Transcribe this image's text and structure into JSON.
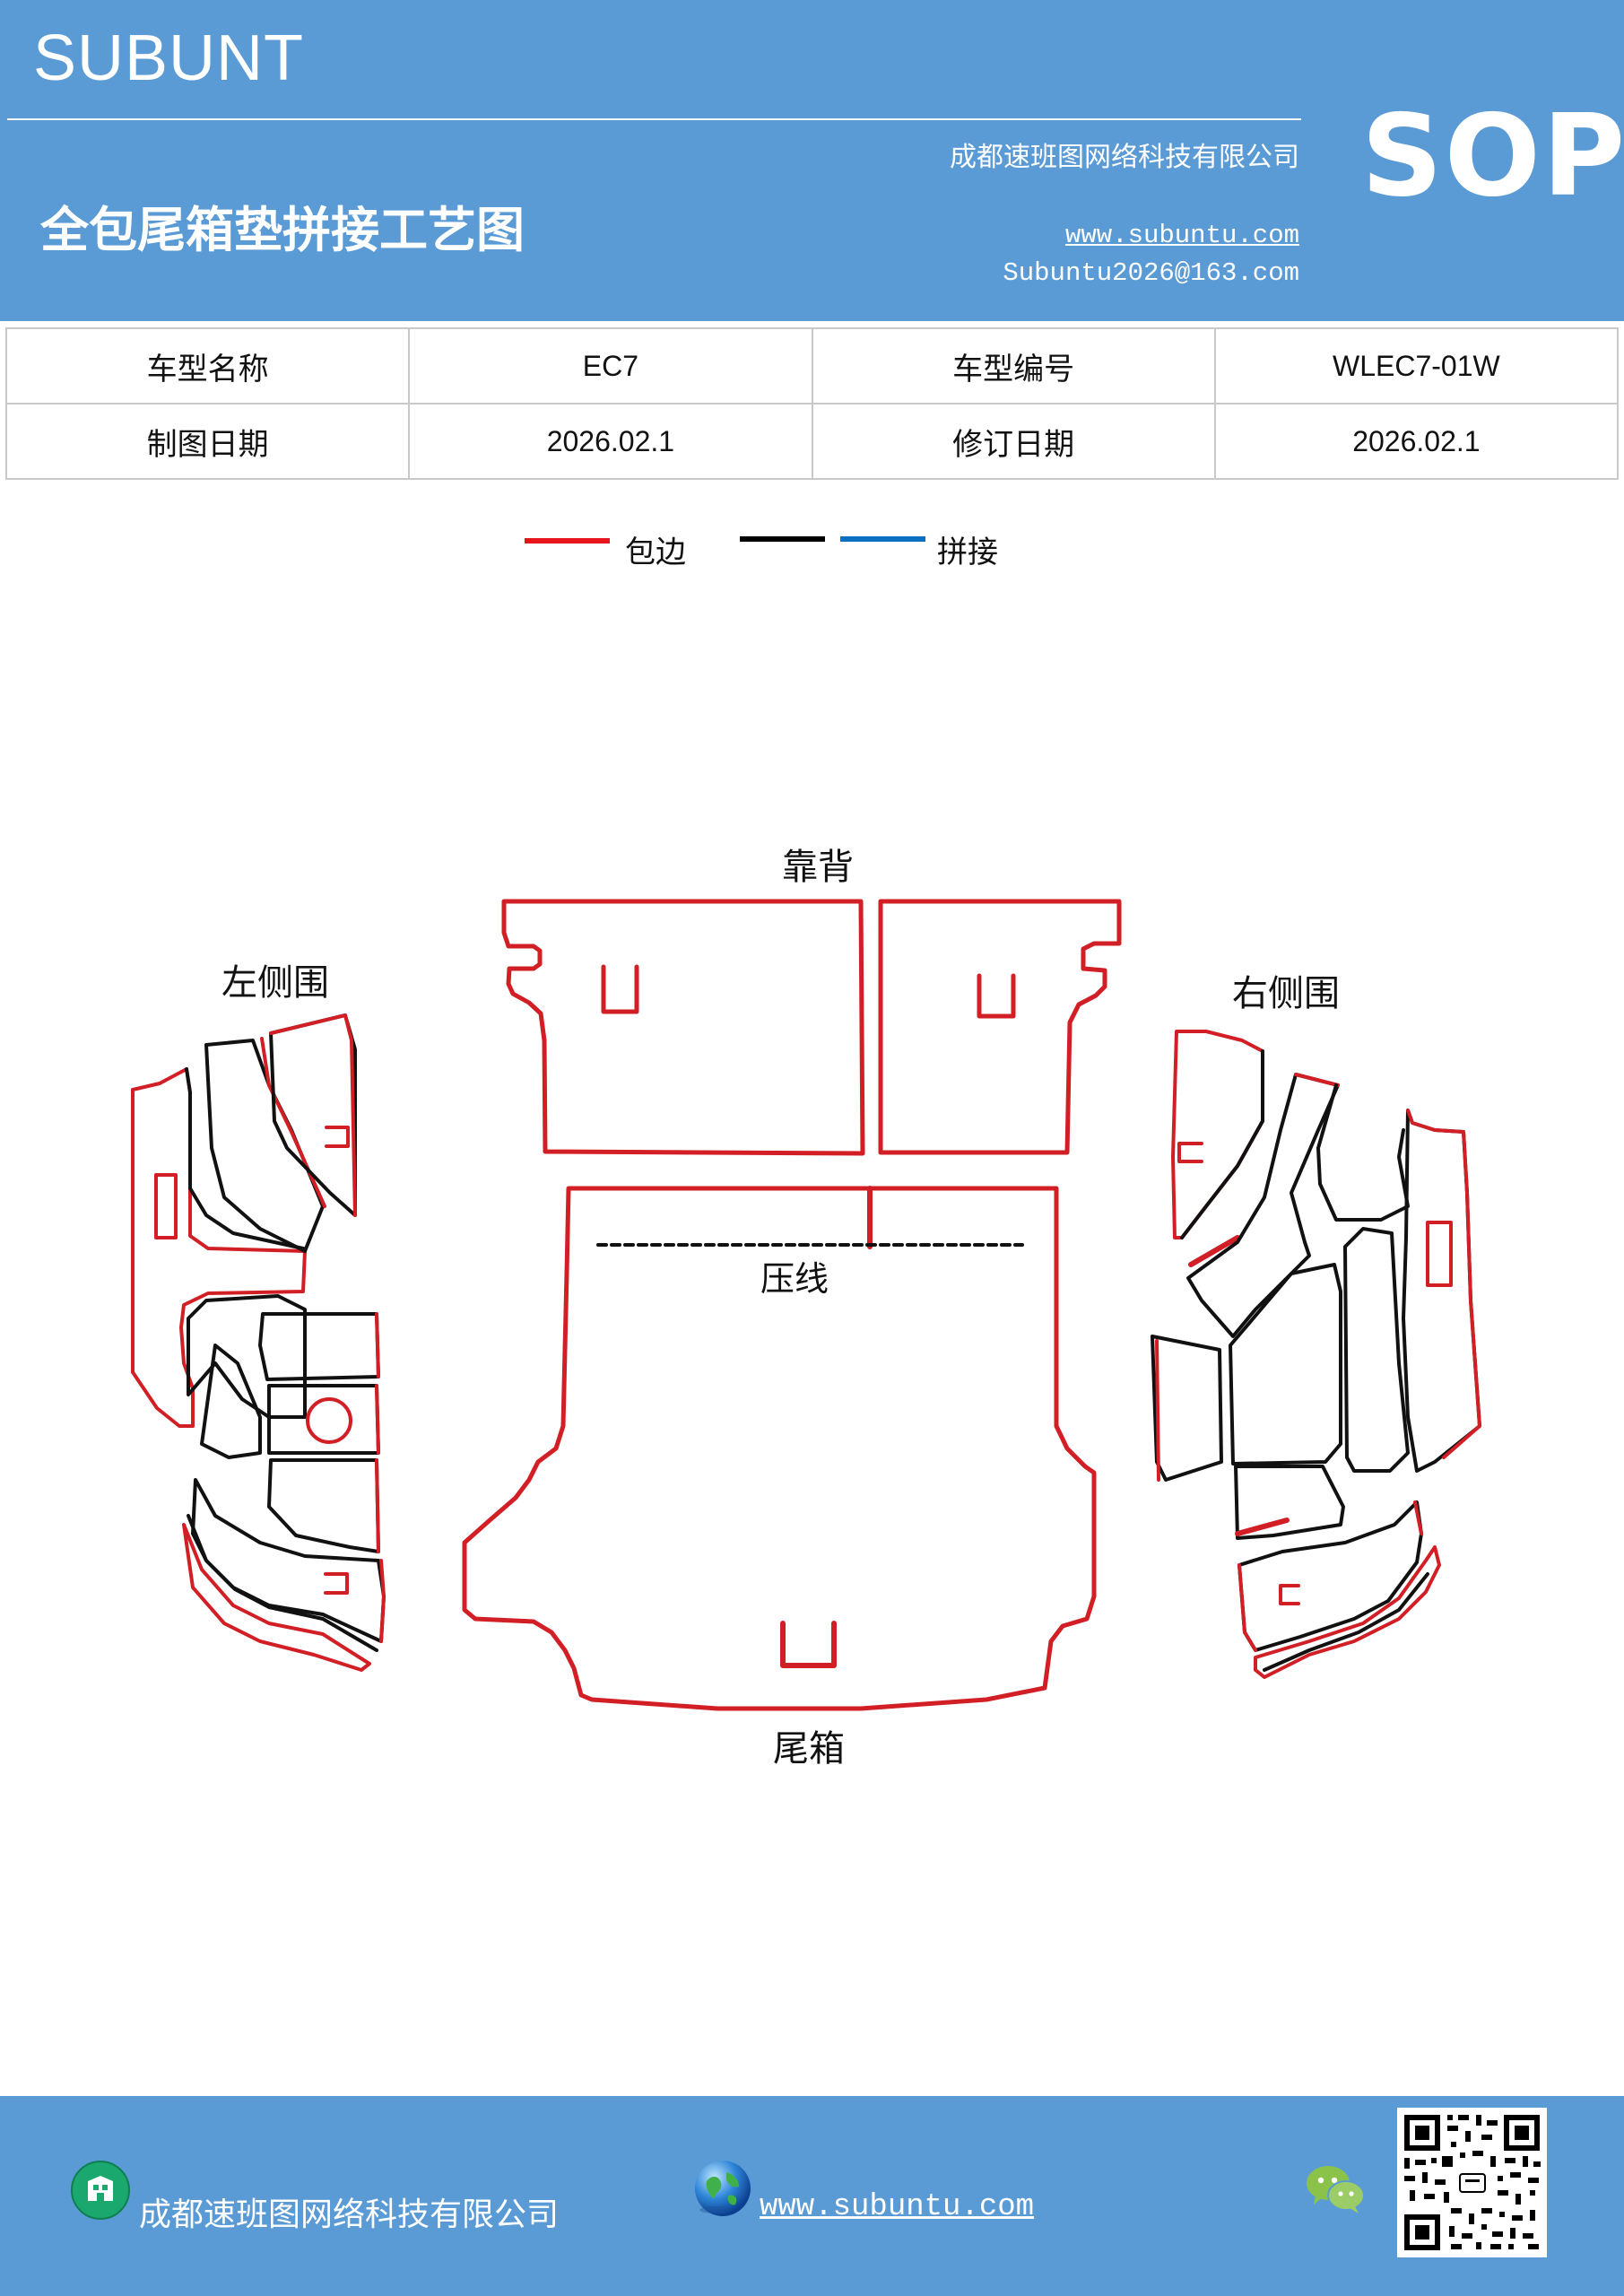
{
  "header": {
    "brand": "SUBUNT",
    "badge": "SOP",
    "company": "成都速班图网络科技有限公司",
    "title": "全包尾箱垫拼接工艺图",
    "website": "www.subuntu.com",
    "email": "Subuntu2026@163.com"
  },
  "info": {
    "row1": [
      "车型名称",
      "EC7",
      "车型编号",
      "WLEC7-01W"
    ],
    "row2": [
      "制图日期",
      "2026.02.1",
      "修订日期",
      "2026.02.1"
    ]
  },
  "legend": {
    "items": [
      {
        "label": "包边",
        "color": "#e8141b"
      },
      {
        "label": "",
        "color": "#000000"
      },
      {
        "label": "拼接",
        "color": "#0b6fc2"
      }
    ]
  },
  "diagram": {
    "backrest": "靠背",
    "left_side": "左侧围",
    "right_side": "右侧围",
    "crease": "压线",
    "trunk": "尾箱",
    "edge_color": "#d21f26",
    "seam_color": "#111111"
  },
  "footer": {
    "company": "成都速班图网络科技有限公司",
    "website": "www.subuntu.com"
  },
  "icons": [
    "building-icon",
    "globe-icon",
    "wechat-icon",
    "qr-code-icon"
  ]
}
